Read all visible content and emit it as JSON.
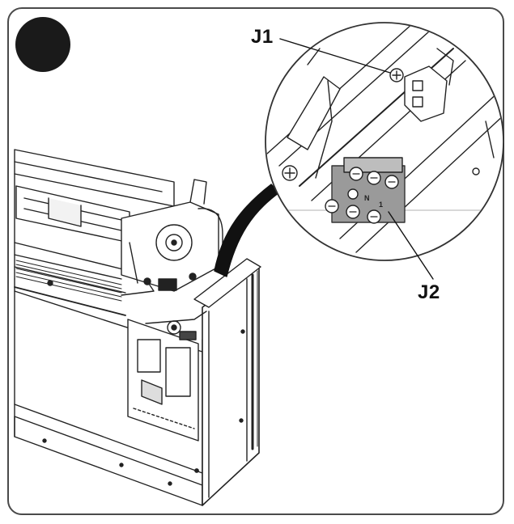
{
  "callouts": {
    "j1": "J1",
    "j2": "J2"
  },
  "terminal_marks": {
    "n": "N",
    "l": "1"
  },
  "colors": {
    "line": "#222222",
    "frame": "#4a4a4a",
    "dot": "#1a1a1a",
    "terminal_block": "#9a9a9a",
    "arrow": "#111111"
  },
  "icons": {
    "step_badge": "filled-circle"
  }
}
